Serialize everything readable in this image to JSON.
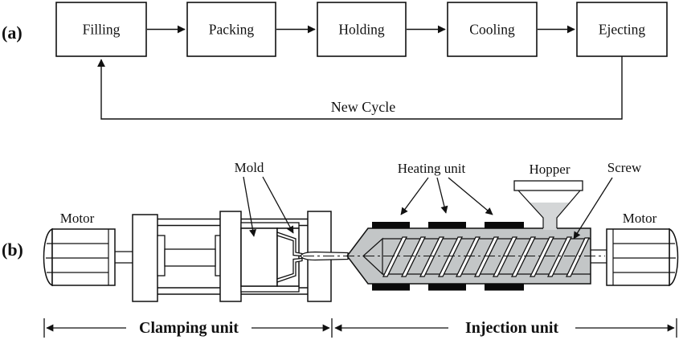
{
  "figure": {
    "panel_a": "(a)",
    "panel_b": "(b)"
  },
  "flowchart": {
    "steps": [
      {
        "label": "Filling"
      },
      {
        "label": "Packing"
      },
      {
        "label": "Holding"
      },
      {
        "label": "Cooling"
      },
      {
        "label": "Ejecting"
      }
    ],
    "feedback_label": "New Cycle"
  },
  "machine": {
    "clamping_motor_label": "Motor",
    "mold_label": "Mold",
    "heating_unit_label": "Heating unit",
    "hopper_label": "Hopper",
    "screw_label": "Screw",
    "injection_motor_label": "Motor",
    "clamping_section_label": "Clamping unit",
    "injection_section_label": "Injection unit"
  },
  "colors": {
    "line": "#111111",
    "barrel_fill": "#c3c6c7",
    "hopper_material_fill": "#d4d6d7",
    "heater_band_fill": "#0a0a0a",
    "background": "#ffffff"
  }
}
